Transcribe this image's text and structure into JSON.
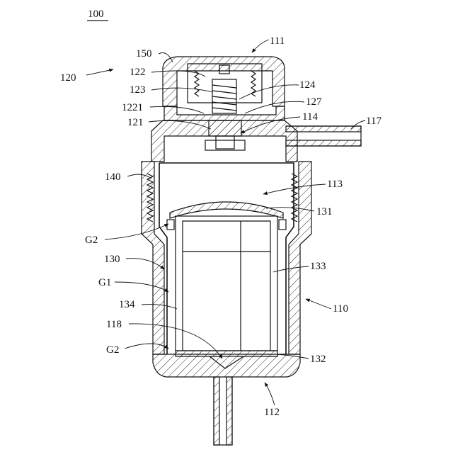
{
  "figure": {
    "number": "100",
    "labels": {
      "l111": "111",
      "l150": "150",
      "l120": "120",
      "l122": "122",
      "l123": "123",
      "l124": "124",
      "l1221": "1221",
      "l127": "127",
      "l121": "121",
      "l114": "114",
      "l117": "117",
      "l140": "140",
      "l113": "113",
      "l131": "131",
      "lG2a": "G2",
      "l130": "130",
      "l133": "133",
      "lG1": "G1",
      "l134": "134",
      "l110": "110",
      "l118": "118",
      "lG2b": "G2",
      "l132": "132",
      "l112": "112"
    }
  }
}
